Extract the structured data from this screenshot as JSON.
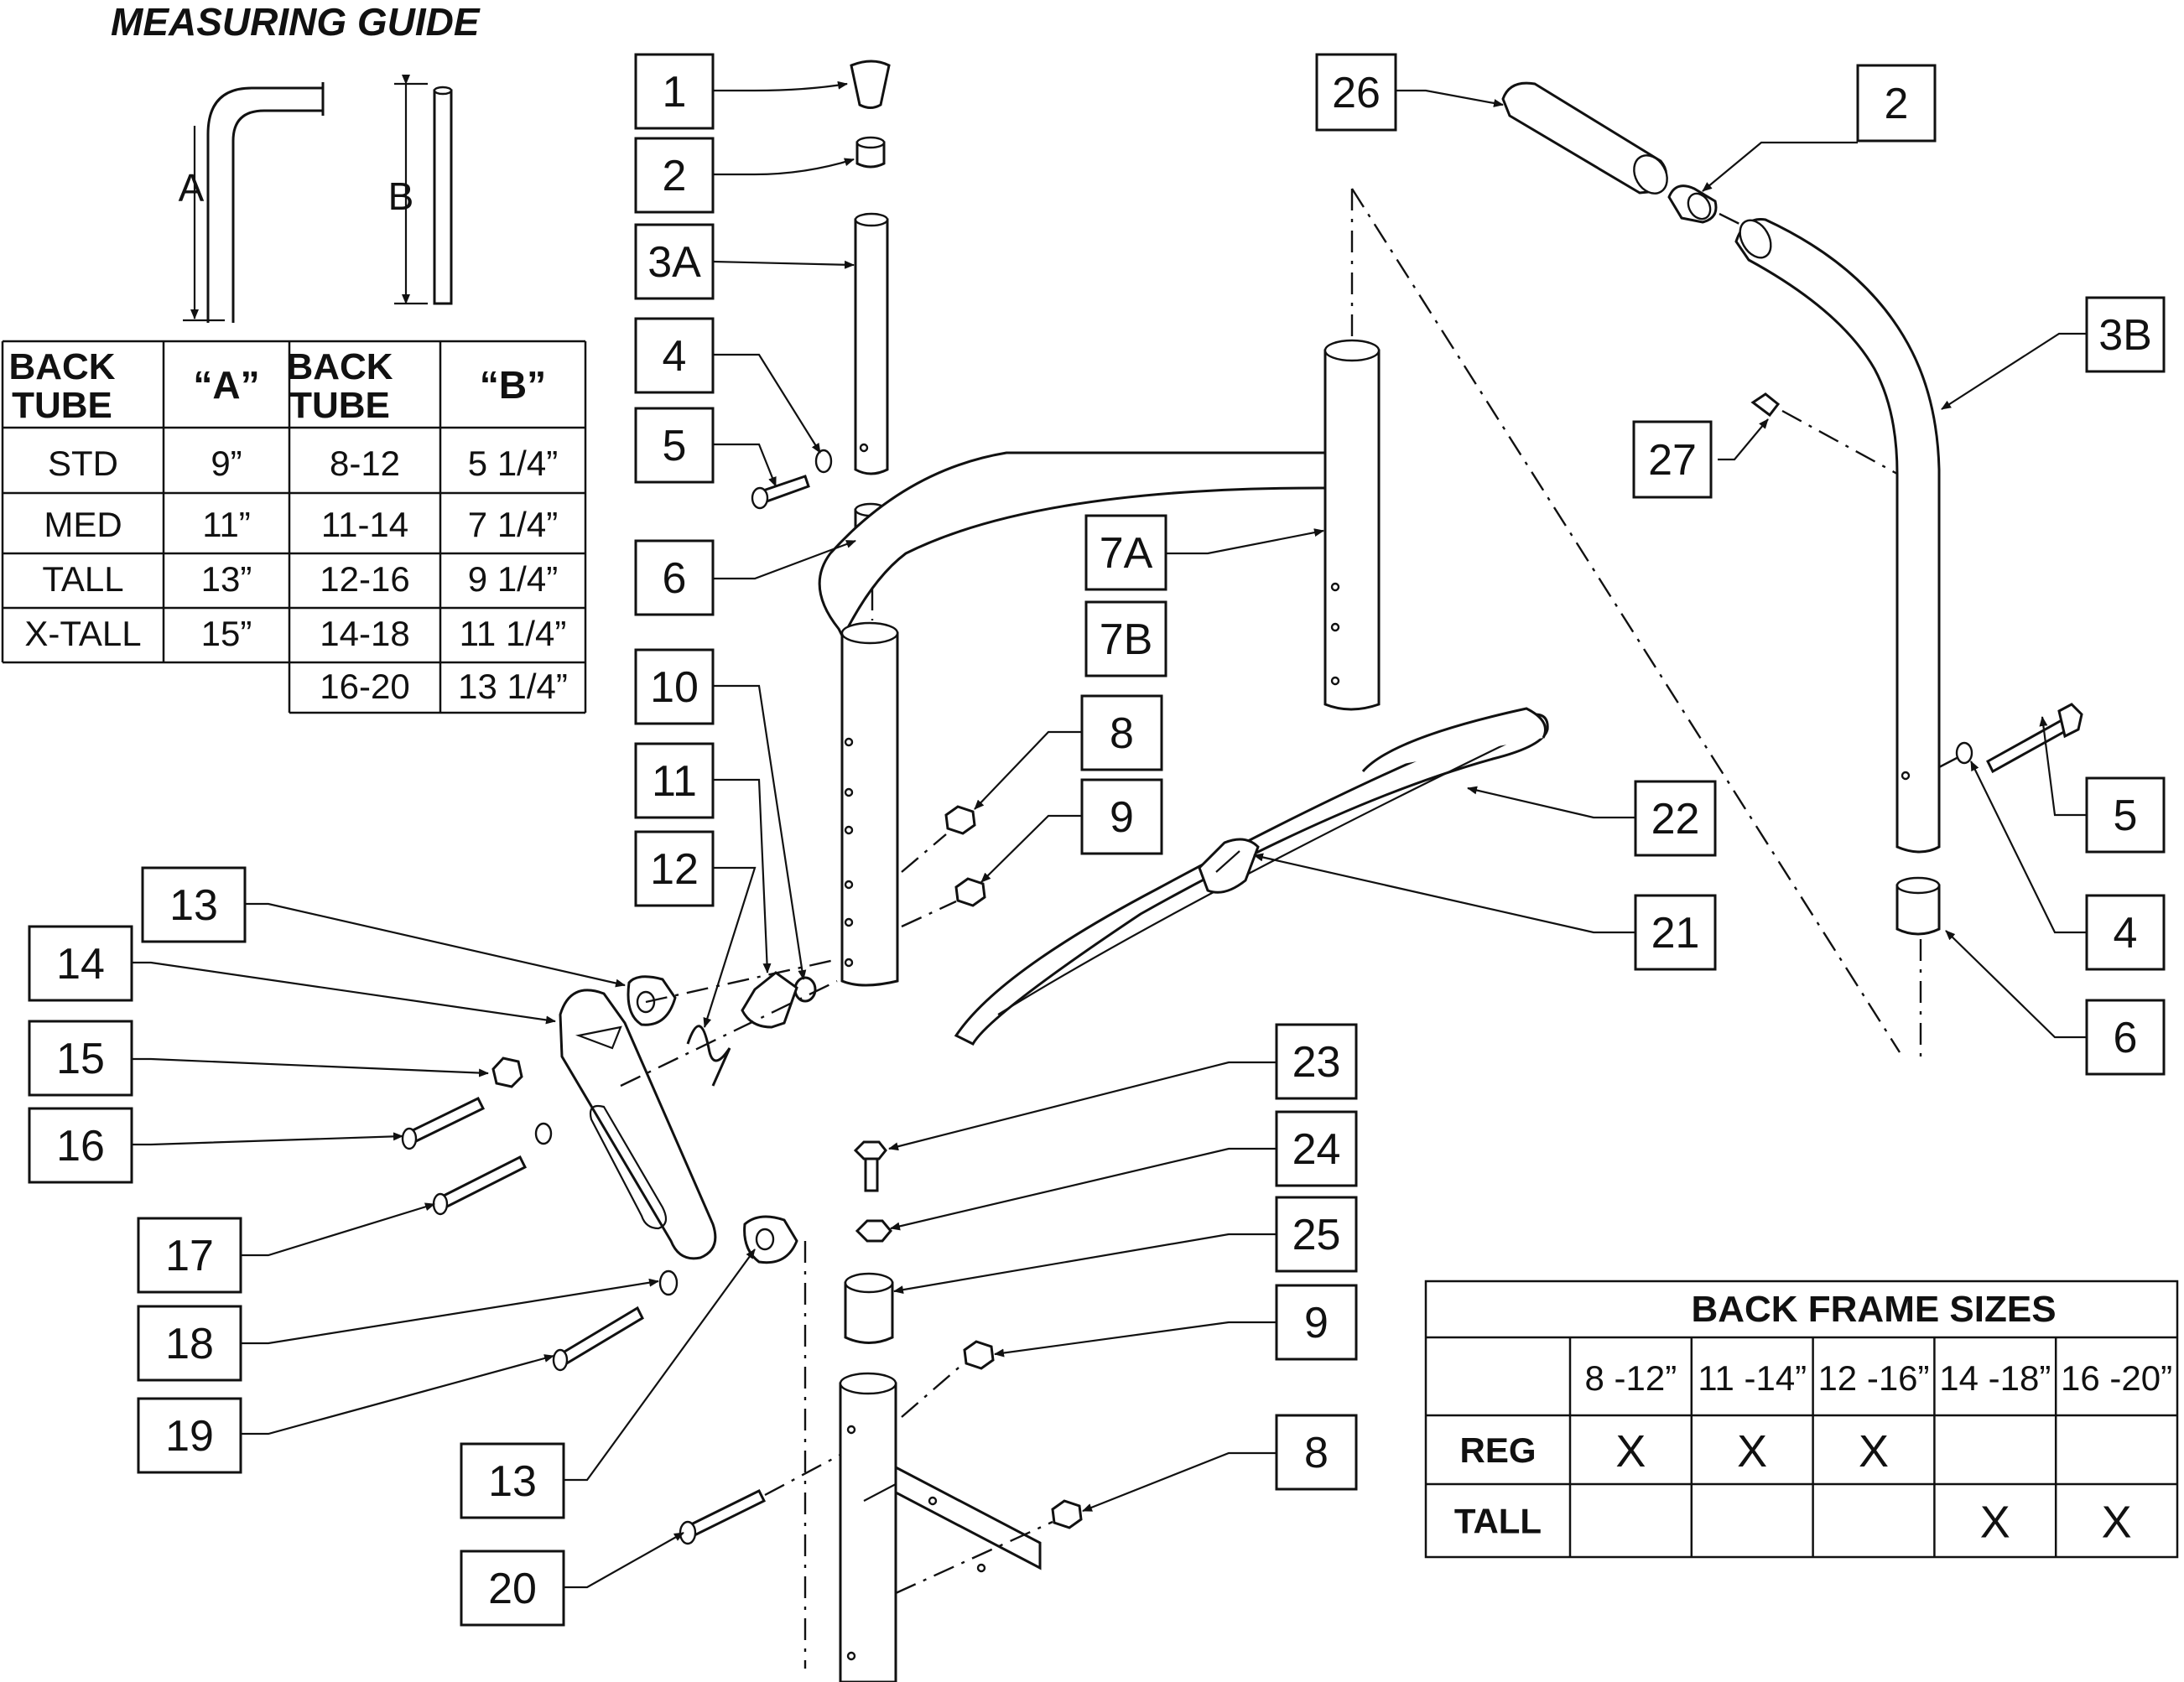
{
  "guide": {
    "title": "MEASURING GUIDE",
    "label_a": "A",
    "label_b": "B"
  },
  "tube_table": {
    "headers": [
      "BACK TUBE",
      "“A”",
      "BACK TUBE",
      "“B”"
    ],
    "rows": [
      [
        "STD",
        "9”",
        "8-12",
        "5 1/4”"
      ],
      [
        "MED",
        "11”",
        "11-14",
        "7 1/4”"
      ],
      [
        "TALL",
        "13”",
        "12-16",
        "9 1/4”"
      ],
      [
        "X-TALL",
        "15”",
        "14-18",
        "11 1/4”"
      ],
      [
        "",
        "",
        "16-20",
        "13 1/4”"
      ]
    ]
  },
  "size_table": {
    "title": "BACK FRAME SIZES",
    "columns": [
      "8 -12”",
      "11 -14”",
      "12 -16”",
      "14 -18”",
      "16 -20”"
    ],
    "rows": [
      {
        "label": "REG",
        "cells": [
          "X",
          "X",
          "X",
          "",
          ""
        ]
      },
      {
        "label": "TALL",
        "cells": [
          "",
          "",
          "",
          "X",
          "X"
        ]
      }
    ]
  },
  "callouts": [
    {
      "label": "1"
    },
    {
      "label": "2"
    },
    {
      "label": "3A"
    },
    {
      "label": "4"
    },
    {
      "label": "5"
    },
    {
      "label": "6"
    },
    {
      "label": "10"
    },
    {
      "label": "11"
    },
    {
      "label": "12"
    },
    {
      "label": "13"
    },
    {
      "label": "14"
    },
    {
      "label": "15"
    },
    {
      "label": "16"
    },
    {
      "label": "17"
    },
    {
      "label": "18"
    },
    {
      "label": "19"
    },
    {
      "label": "13"
    },
    {
      "label": "20"
    },
    {
      "label": "7A"
    },
    {
      "label": "7B"
    },
    {
      "label": "8"
    },
    {
      "label": "9"
    },
    {
      "label": "23"
    },
    {
      "label": "24"
    },
    {
      "label": "25"
    },
    {
      "label": "9"
    },
    {
      "label": "8"
    },
    {
      "label": "26"
    },
    {
      "label": "2"
    },
    {
      "label": "3B"
    },
    {
      "label": "27"
    },
    {
      "label": "22"
    },
    {
      "label": "21"
    },
    {
      "label": "5"
    },
    {
      "label": "4"
    },
    {
      "label": "6"
    }
  ]
}
